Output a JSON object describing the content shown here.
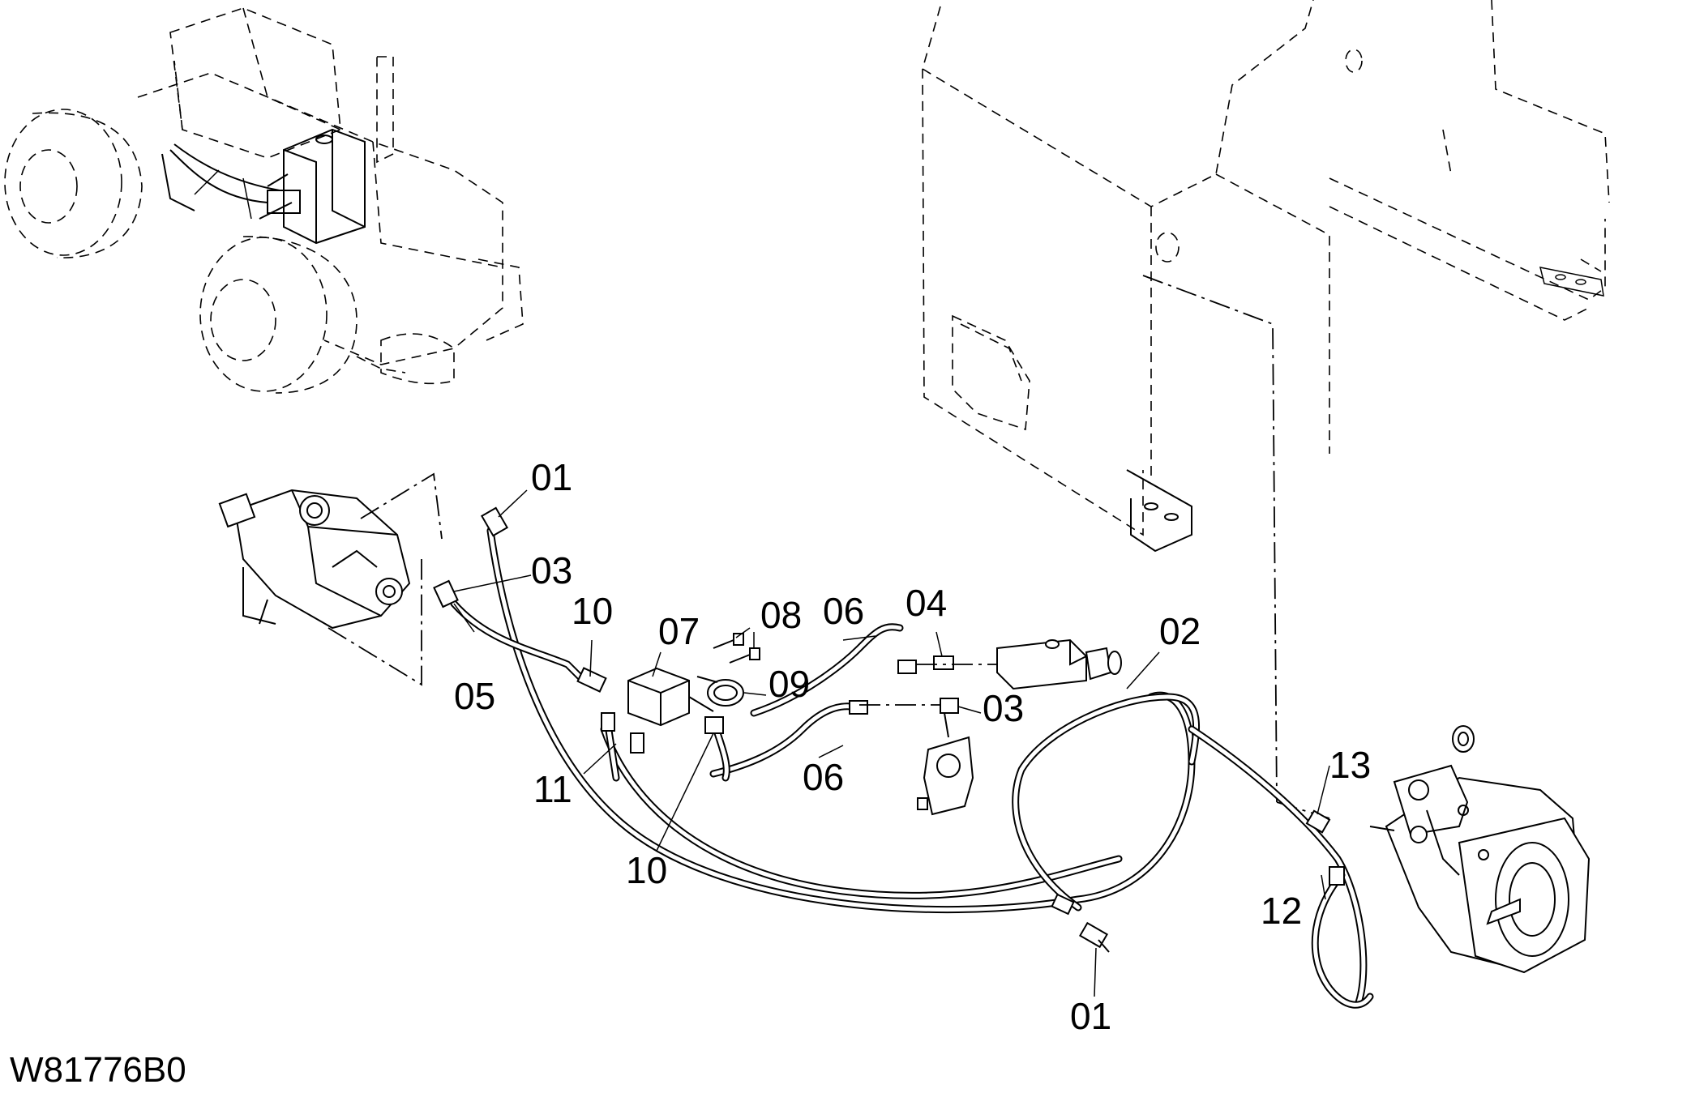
{
  "drawing_code": "W81776B0",
  "callouts": {
    "c01_top": "01",
    "c01_bottom": "01",
    "c02": "02",
    "c03_left": "03",
    "c03_right": "03",
    "c04": "04",
    "c05": "05",
    "c06_top": "06",
    "c06_bottom": "06",
    "c07": "07",
    "c08": "08",
    "c09": "09",
    "c10_top": "10",
    "c10_bottom": "10",
    "c11": "11",
    "c12": "12",
    "c13": "13"
  }
}
